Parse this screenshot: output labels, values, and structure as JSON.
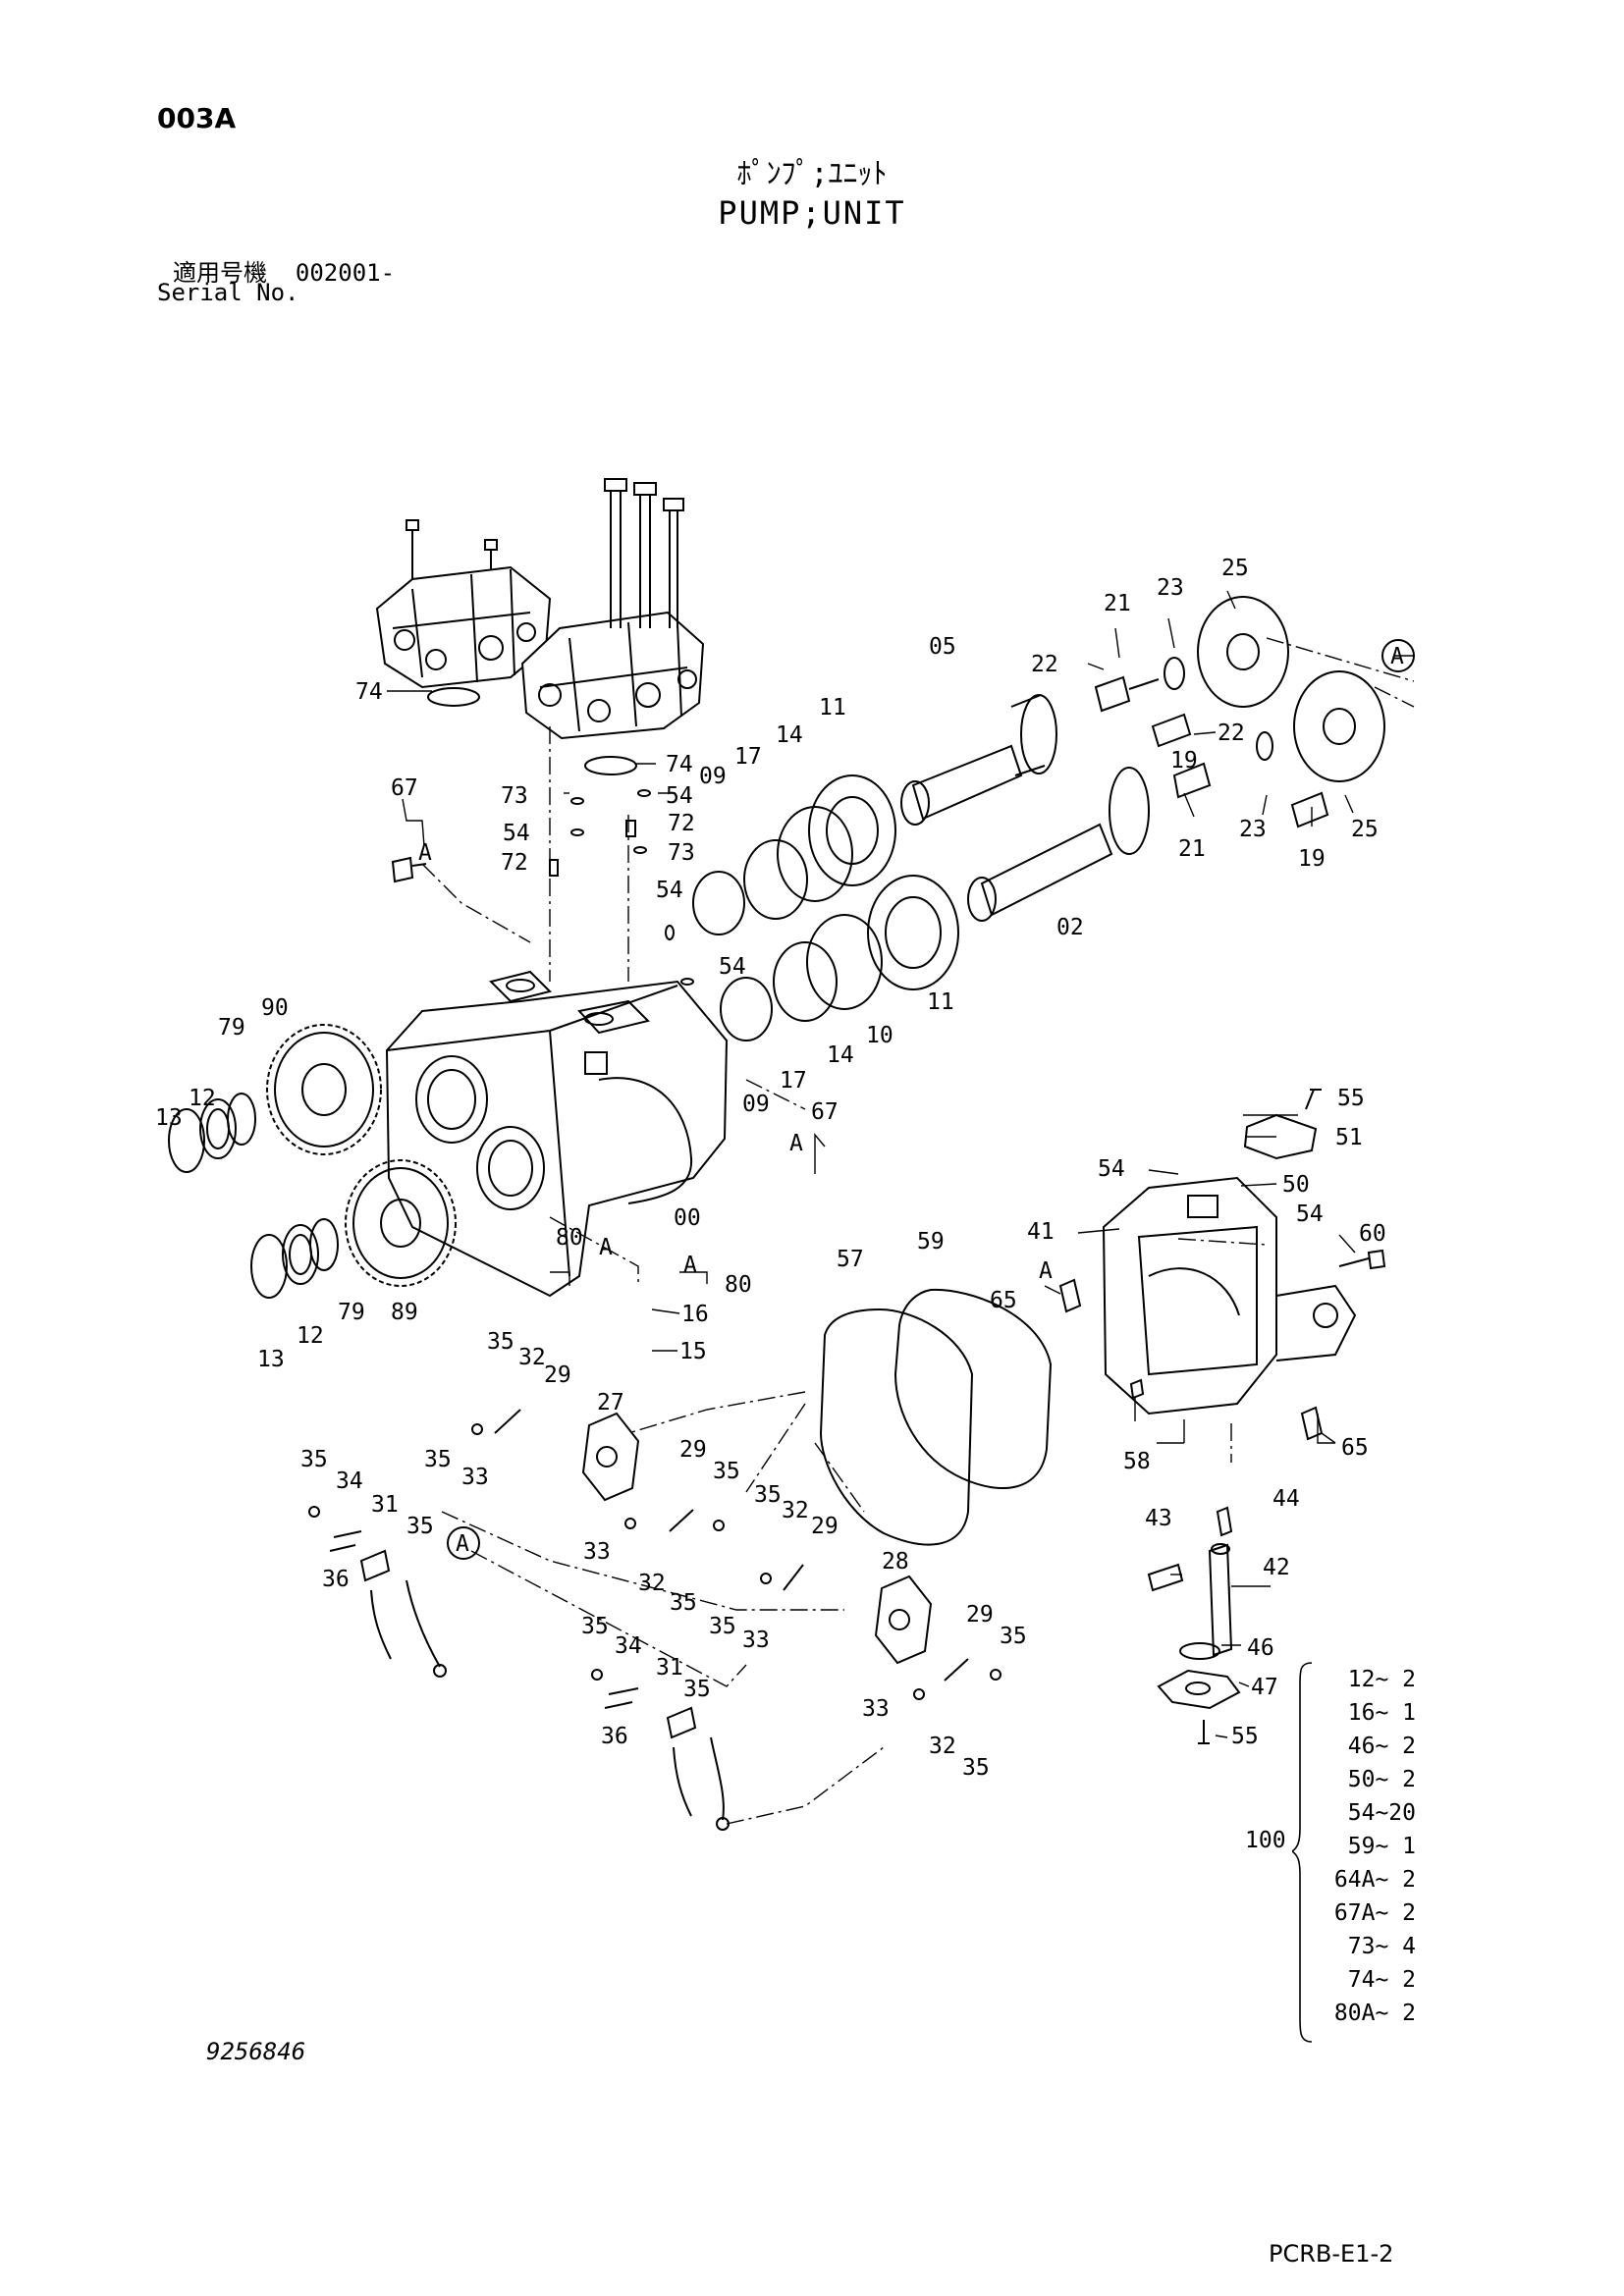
{
  "header": {
    "page_code": "003A",
    "title_jp": "ﾎﾟﾝﾌﾟ;ﾕﾆｯﾄ",
    "title_en": "PUMP;UNIT",
    "serial_label_jp": "適用号機",
    "serial_value": "002001-",
    "serial_label_en": "Serial No."
  },
  "footer": {
    "drawing_number": "9256846",
    "sheet_code": "PCRB-E1-2"
  },
  "callouts": [
    "74",
    "74",
    "67",
    "A",
    "73",
    "54",
    "54",
    "72",
    "72",
    "73",
    "54",
    "09",
    "17",
    "14",
    "11",
    "05",
    "22",
    "21",
    "23",
    "25",
    "A",
    "22",
    "19",
    "23",
    "21",
    "19",
    "25",
    "02",
    "54",
    "11",
    "10",
    "14",
    "17",
    "09",
    "90",
    "79",
    "12",
    "13",
    "00",
    "67",
    "A",
    "80",
    "A",
    "80",
    "A",
    "16",
    "15",
    "89",
    "79",
    "12",
    "13",
    "55",
    "51",
    "54",
    "50",
    "54",
    "41",
    "60",
    "57",
    "59",
    "65",
    "A",
    "58",
    "65",
    "35",
    "32",
    "29",
    "27",
    "35",
    "33",
    "29",
    "35",
    "35",
    "34",
    "31",
    "35",
    "36",
    "A",
    "33",
    "32",
    "35",
    "35",
    "32",
    "29",
    "28",
    "35",
    "33",
    "29",
    "35",
    "35",
    "34",
    "31",
    "35",
    "36",
    "33",
    "32",
    "35",
    "43",
    "44",
    "42",
    "46",
    "47",
    "55"
  ],
  "kit": {
    "assembly_number": "100",
    "items": [
      {
        "part": "12",
        "qty": "2"
      },
      {
        "part": "16",
        "qty": "1"
      },
      {
        "part": "46",
        "qty": "2"
      },
      {
        "part": "50",
        "qty": "2"
      },
      {
        "part": "54",
        "qty": "20"
      },
      {
        "part": "59",
        "qty": "1"
      },
      {
        "part": "64A",
        "qty": "2"
      },
      {
        "part": "67A",
        "qty": "2"
      },
      {
        "part": "73",
        "qty": "4"
      },
      {
        "part": "74",
        "qty": "2"
      },
      {
        "part": "80A",
        "qty": "2"
      }
    ]
  }
}
